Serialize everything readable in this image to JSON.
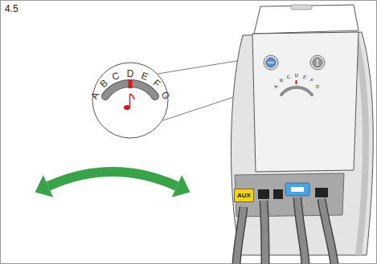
{
  "diagram": {
    "title": "4.5",
    "nodes": [
      {
        "text": [
          "AUX"
        ]
      }
    ],
    "labels": [
      "A",
      "B",
      "C",
      "D",
      "E",
      "F",
      "G",
      "A",
      "B",
      "C",
      "D",
      "E",
      "F",
      "G"
    ]
  }
}
